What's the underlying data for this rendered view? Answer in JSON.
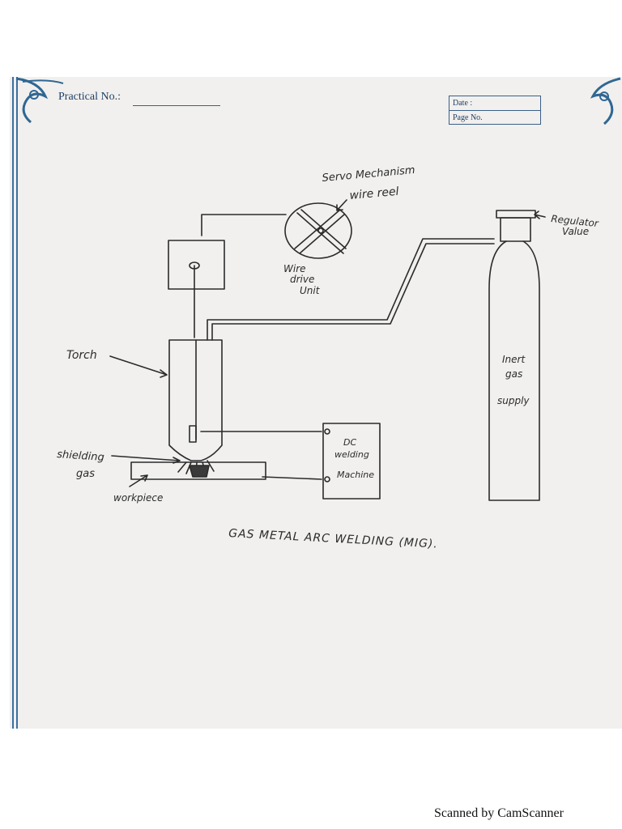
{
  "header": {
    "practical_label": "Practical No.:",
    "date_label": "Date :",
    "page_label": "Page No."
  },
  "labels": {
    "servo": "Servo Mechanism",
    "wire_reel": "wire reel",
    "regulator": "Regulator",
    "valve": "Value",
    "wire_drive_1": "Wire",
    "wire_drive_2": "drive",
    "wire_drive_3": "Unit",
    "torch": "Torch",
    "inert_1": "Inert",
    "inert_2": "gas",
    "inert_3": "supply",
    "shielding_1": "shielding",
    "shielding_2": "gas",
    "workpiece": "workpiece",
    "dc_1": "DC",
    "dc_2": "welding",
    "dc_3": "Machine",
    "title": "GAS METAL ARC WELDING (MIG)."
  },
  "footer": {
    "scanner": "Scanned by CamScanner"
  }
}
